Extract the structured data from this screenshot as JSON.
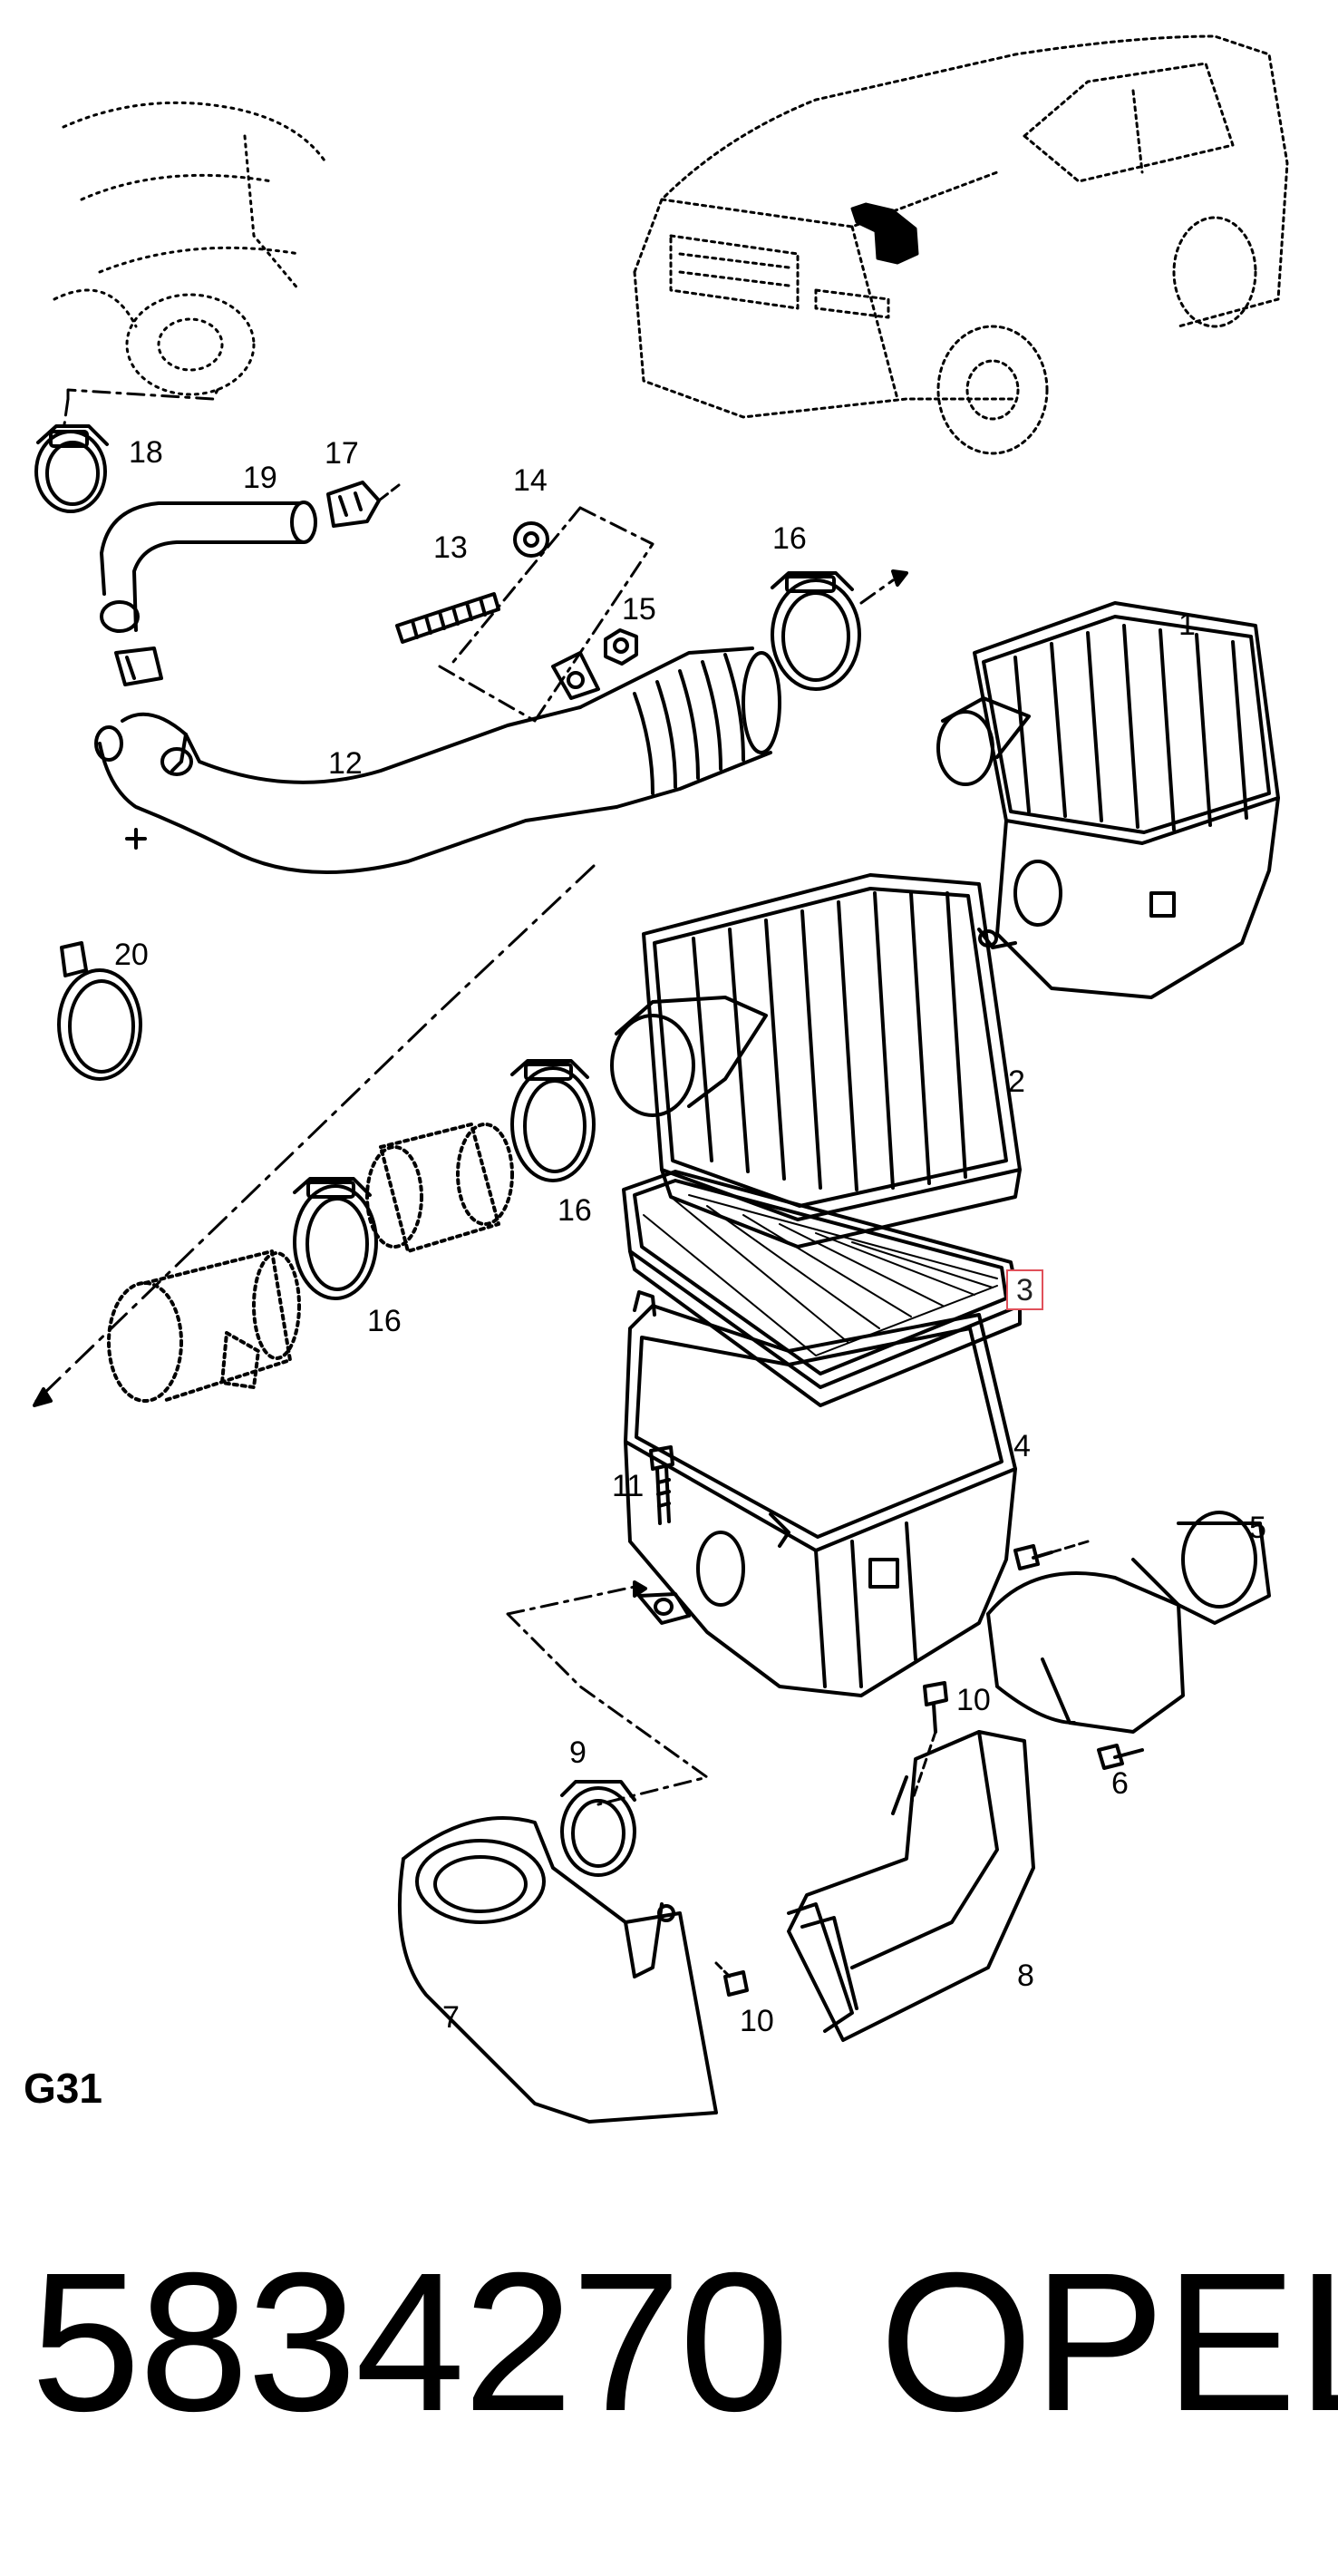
{
  "diagram_code": "G31",
  "part_number": "5834270",
  "brand": "OPEL",
  "highlight_color": "#e0505a",
  "callouts": {
    "c1": "1",
    "c2": "2",
    "c3": "3",
    "c4": "4",
    "c5": "5",
    "c6": "6",
    "c7": "7",
    "c8": "8",
    "c9": "9",
    "c10a": "10",
    "c10b": "10",
    "c11": "11",
    "c12": "12",
    "c13": "13",
    "c14": "14",
    "c15": "15",
    "c16a": "16",
    "c16b": "16",
    "c16c": "16",
    "c17": "17",
    "c18": "18",
    "c19": "19",
    "c20": "20"
  }
}
